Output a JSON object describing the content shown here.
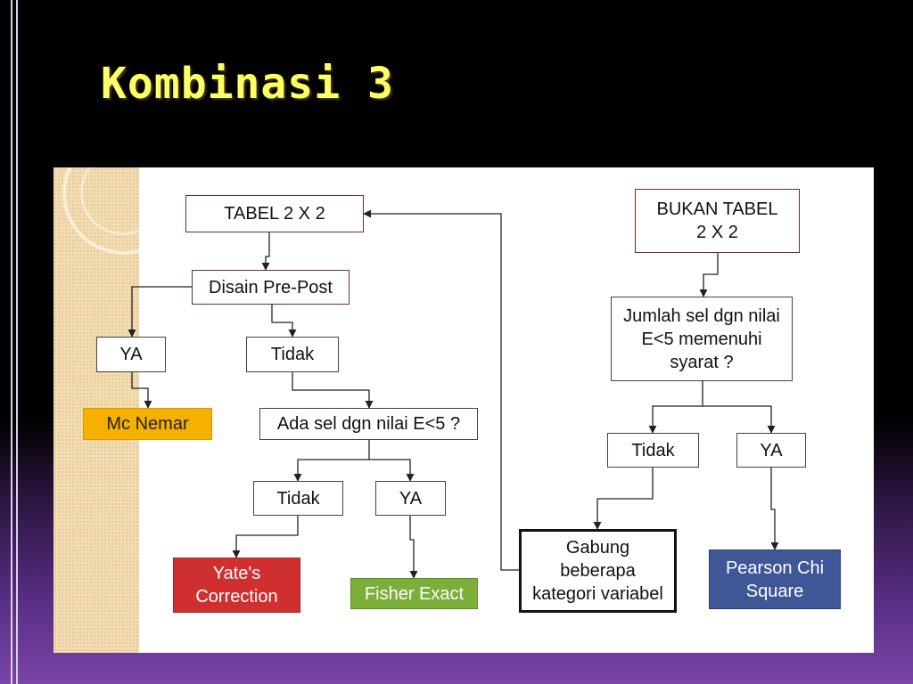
{
  "slide": {
    "title": "Kombinasi 3"
  },
  "flowchart": {
    "nodes": {
      "tabel_2x2": "TABEL 2 X 2",
      "disain_pre_post": "Disain Pre-Post",
      "ya_left": "YA",
      "tidak_left": "Tidak",
      "mc_nemar": "Mc Nemar",
      "ada_sel": "Ada sel dgn nilai E<5 ?",
      "tidak_2": "Tidak",
      "ya_2": "YA",
      "yates_line1": "Yate's",
      "yates_line2": "Correction",
      "fisher_exact": "Fisher Exact",
      "bukan_line1": "BUKAN TABEL",
      "bukan_line2": "2 X 2",
      "jumlah_line1": "Jumlah sel dgn nilai",
      "jumlah_line2": "E<5 memenuhi",
      "jumlah_line3": "syarat ?",
      "tidak_right": "Tidak",
      "ya_right": "YA",
      "gabung_line1": "Gabung",
      "gabung_line2": "beberapa",
      "gabung_line3": "kategori variabel",
      "pearson_line1": "Pearson Chi",
      "pearson_line2": "Square"
    },
    "colors": {
      "mc_nemar": "#f5b000",
      "yates": "#cf2f2f",
      "fisher": "#7cae3a",
      "pearson": "#3f5697",
      "title": "#ffff66"
    }
  }
}
